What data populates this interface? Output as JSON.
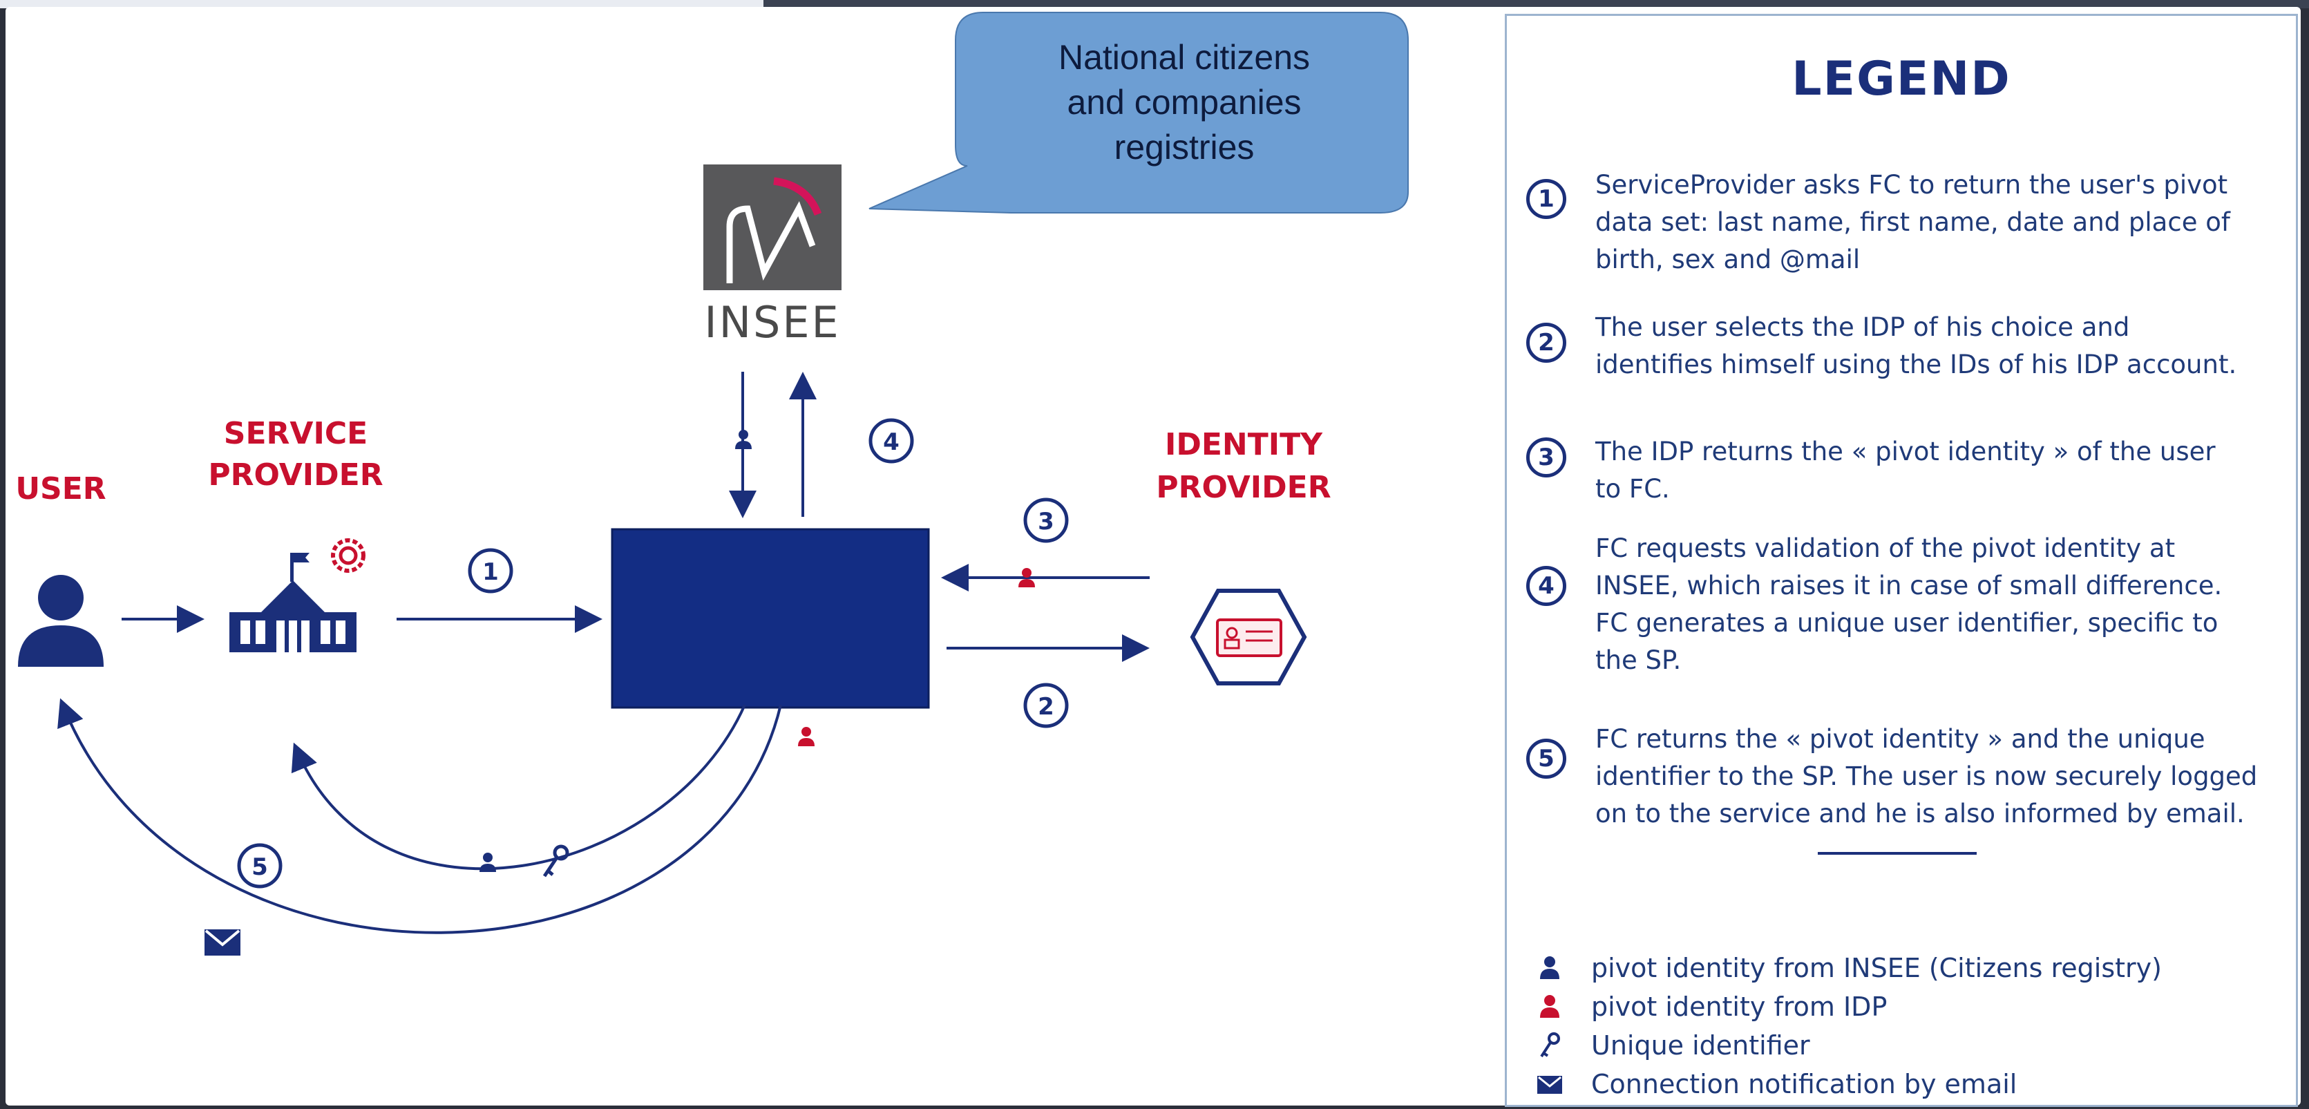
{
  "actors": {
    "user": "USER",
    "service_provider": [
      "SERVICE",
      "PROVIDER"
    ],
    "identity_provider": [
      "IDENTITY",
      "PROVIDER"
    ],
    "insee": "INSEE"
  },
  "callout": {
    "lines": [
      "National citizens",
      "and companies",
      "registries"
    ]
  },
  "diagram_steps": [
    "1",
    "2",
    "3",
    "4",
    "5"
  ],
  "legend": {
    "title": "LEGEND",
    "steps": [
      {
        "num": "1",
        "lines": [
          "ServiceProvider asks FC to return the user's pivot",
          "data set: last name, first name, date and place of",
          "birth, sex and @mail"
        ]
      },
      {
        "num": "2",
        "lines": [
          "The user selects the IDP of his choice and",
          "identifies himself using the IDs of his IDP account."
        ]
      },
      {
        "num": "3",
        "lines": [
          "The IDP returns the « pivot identity » of the user",
          "to FC."
        ]
      },
      {
        "num": "4",
        "lines": [
          "FC requests validation of the pivot identity at",
          "INSEE, which raises it in case of small difference.",
          "FC generates a unique user identifier, specific to",
          "the SP."
        ]
      },
      {
        "num": "5",
        "lines": [
          "FC returns the « pivot identity » and the unique",
          "identifier to the SP. The user is now securely logged",
          "on to the service and he is also informed by email."
        ]
      }
    ],
    "keys": [
      {
        "icon": "person-navy-icon",
        "label": "pivot identity from INSEE (Citizens registry)"
      },
      {
        "icon": "person-red-icon",
        "label": "pivot identity from IDP"
      },
      {
        "icon": "key-icon",
        "label": "Unique identifier"
      },
      {
        "icon": "envelope-icon",
        "label": "Connection notification by email"
      }
    ]
  },
  "colors": {
    "navy": "#1b2f7a",
    "red": "#c8102e",
    "callout": "#6d9ed3",
    "insee_logo": "#58585a"
  }
}
